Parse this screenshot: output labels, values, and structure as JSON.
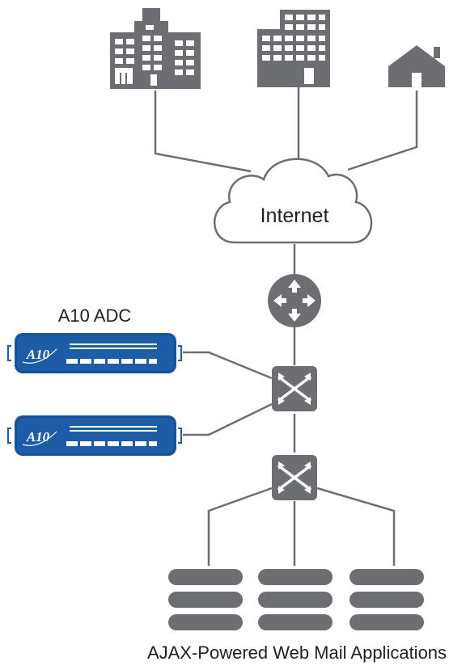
{
  "labels": {
    "internet": "Internet",
    "adc_title": "A10 ADC",
    "servers_caption": "AJAX-Powered Web Mail Applications",
    "adc_logo": "A10"
  },
  "colors": {
    "icon_gray": "#6d6e71",
    "line_gray": "#6d6e71",
    "adc_blue": "#1d5da8",
    "adc_blue_dark": "#174a8a",
    "white": "#ffffff"
  },
  "icons": {
    "sites": [
      "office-building-icon",
      "office-building-icon",
      "house-icon"
    ],
    "cloud": "cloud-icon",
    "router": "router-icon",
    "switches": [
      "switch-icon",
      "switch-icon"
    ],
    "adc_devices": [
      "a10-adc-appliance-icon",
      "a10-adc-appliance-icon"
    ],
    "servers": [
      "server-stack-icon",
      "server-stack-icon",
      "server-stack-icon"
    ]
  }
}
